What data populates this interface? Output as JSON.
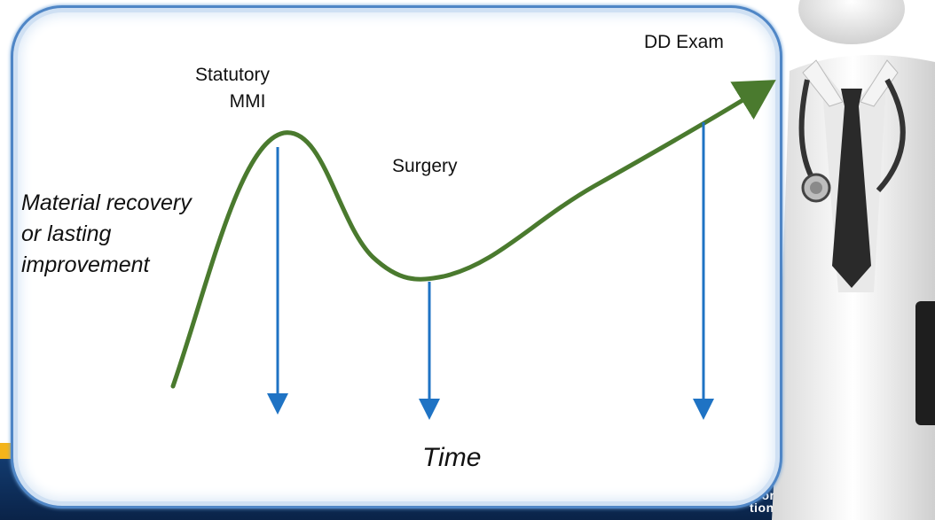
{
  "diagram": {
    "labels": {
      "statutory_mmi_line1": "Statutory",
      "statutory_mmi_line2": "MMI",
      "surgery": "Surgery",
      "dd_exam": "DD Exam",
      "y_axis_line1": "Material recovery",
      "y_axis_line2": "or lasting",
      "y_axis_line3": "improvement",
      "x_axis": "Time"
    },
    "colors": {
      "curve": "#4a7a2e",
      "arrows": "#1f73c4",
      "panel_border": "#4f86c6",
      "footer_band": "#f4b41a",
      "footer_navy": "#0d2a52"
    }
  },
  "footer": {
    "logo_line1": "Wor",
    "logo_line2": "tion"
  },
  "illustration": {
    "icon": "doctor-with-stethoscope-figure"
  }
}
